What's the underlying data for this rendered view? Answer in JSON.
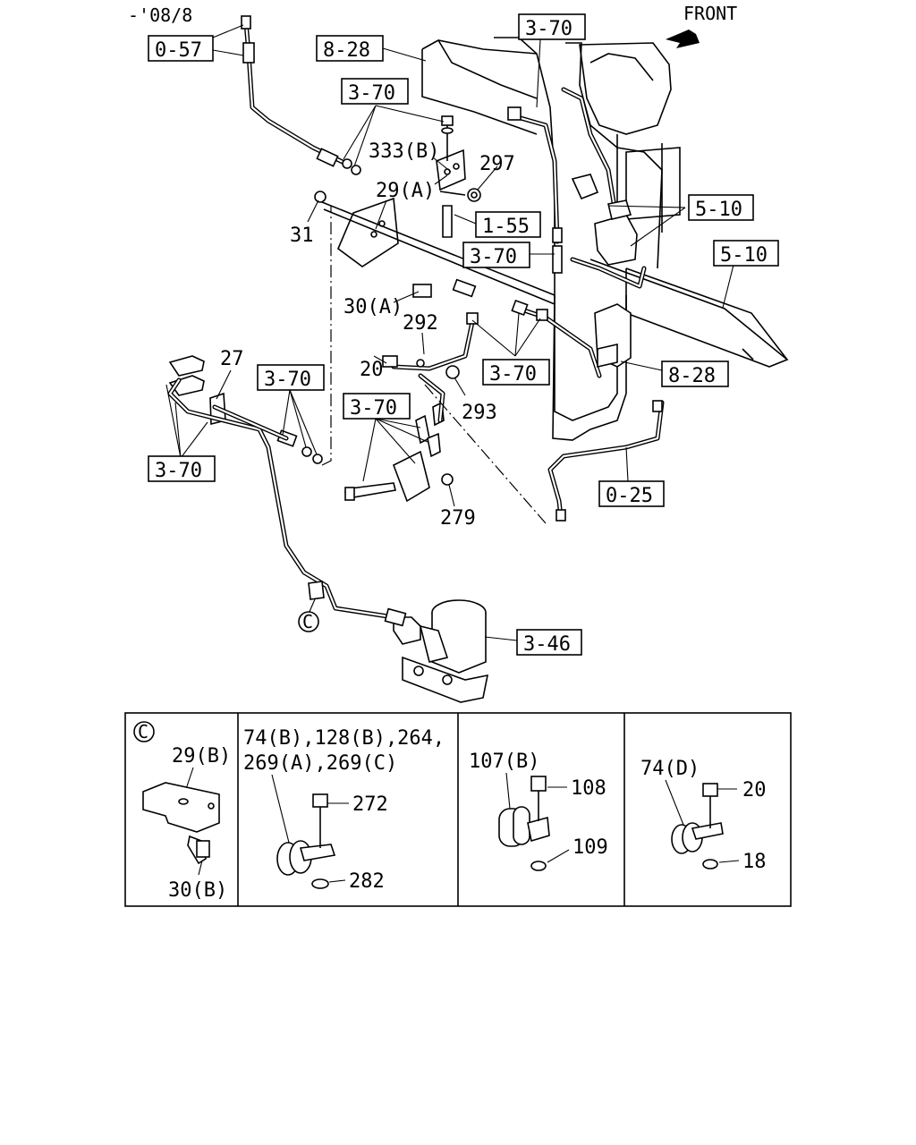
{
  "header": {
    "code": "-'08/8",
    "front": "FRONT"
  },
  "refs": {
    "r0_57": "0-57",
    "r8_28_top": "8-28",
    "r3_70_top": "3-70",
    "r3_70_a": "3-70",
    "r1_55": "1-55",
    "r3_70_b": "3-70",
    "r5_10_a": "5-10",
    "r5_10_b": "5-10",
    "r3_70_c": "3-70",
    "r3_70_d": "3-70",
    "r8_28_b": "8-28",
    "r3_70_e": "3-70",
    "r3_70_f": "3-70",
    "r0_25": "0-25",
    "r3_46": "3-46"
  },
  "parts": {
    "p333b": "333(B)",
    "p297": "297",
    "p29a": "29(A)",
    "p31": "31",
    "p30a": "30(A)",
    "p292": "292",
    "p20": "20",
    "p293": "293",
    "p27": "27",
    "p279": "279"
  },
  "callout": {
    "marker": "C"
  },
  "detail": {
    "marker": "C",
    "panel1": {
      "bracket": "29(B)",
      "bolt": "30(B)"
    },
    "panel2": {
      "line1": "74(B),128(B),264,",
      "line2": "269(A),269(C)",
      "bolt": "272",
      "nut": "282"
    },
    "panel3": {
      "clamp": "107(B)",
      "bolt": "108",
      "nut": "109"
    },
    "panel4": {
      "clamp": "74(D)",
      "bolt": "20",
      "nut": "18"
    }
  },
  "colors": {
    "ink": "#000000",
    "paper": "#ffffff"
  }
}
